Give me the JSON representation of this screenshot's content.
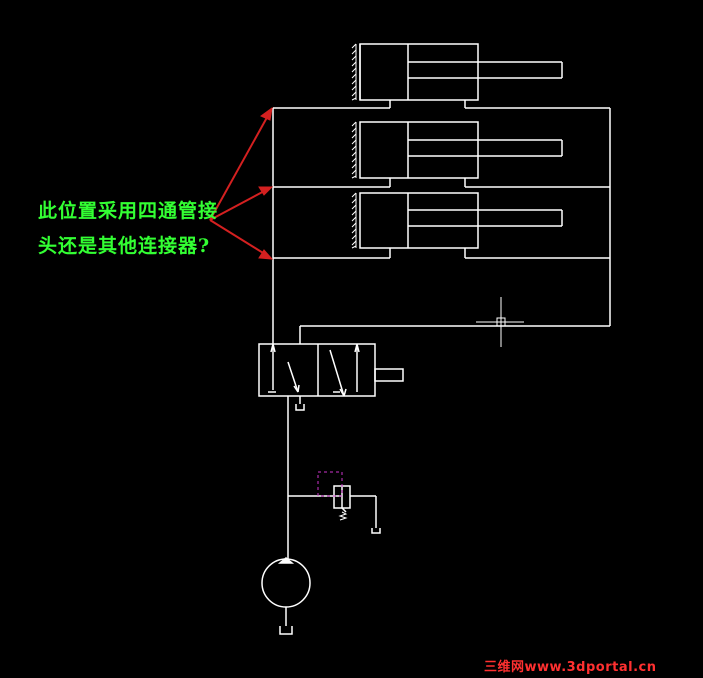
{
  "annotation": {
    "line1": "此位置采用四通管接",
    "line2": "头还是其他连接器?"
  },
  "watermark": {
    "text": "三维网www.3dportal.cn"
  },
  "colors": {
    "background": "#000000",
    "drawing": "#ffffff",
    "annotation_text": "#33ff33",
    "arrows": "#d42020",
    "watermark": "#ff3030",
    "dashed_box": "#cc33cc"
  },
  "icons": [
    "hydraulic-cylinder-icon",
    "directional-valve-icon",
    "relief-valve-icon",
    "hydraulic-pump-icon",
    "tank-symbol-icon",
    "crosshair-cursor-icon"
  ]
}
